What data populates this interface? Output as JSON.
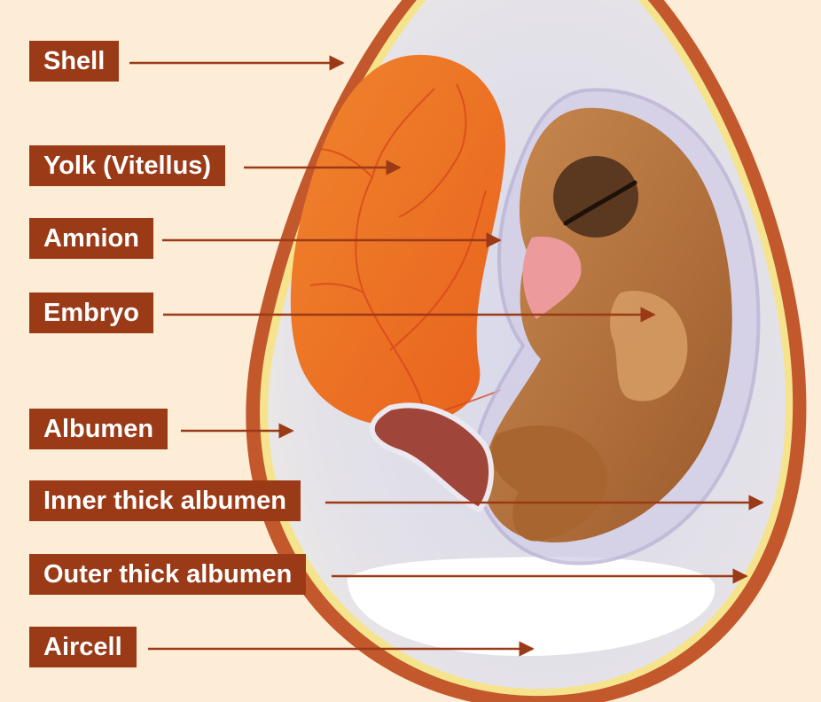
{
  "colors": {
    "background": "#fdecd6",
    "label_bg": "#9b3a17",
    "label_text": "#ffffff",
    "shell": "#c2582b",
    "yolk": "#ef7a24",
    "embryo": "#b9743e",
    "arrow": "#9b3a17"
  },
  "labels": {
    "shell": "Shell",
    "yolk": "Yolk (Vitellus)",
    "amnion": "Amnion",
    "embryo": "Embryo",
    "albumen": "Albumen",
    "inner_thick_albumen": "Inner thick albumen",
    "outer_thick_albumen": "Outer thick albumen",
    "aircell": "Aircell"
  },
  "icons": {
    "egg": "egg-cross-section-illustration",
    "arrow": "arrow-right-icon"
  }
}
